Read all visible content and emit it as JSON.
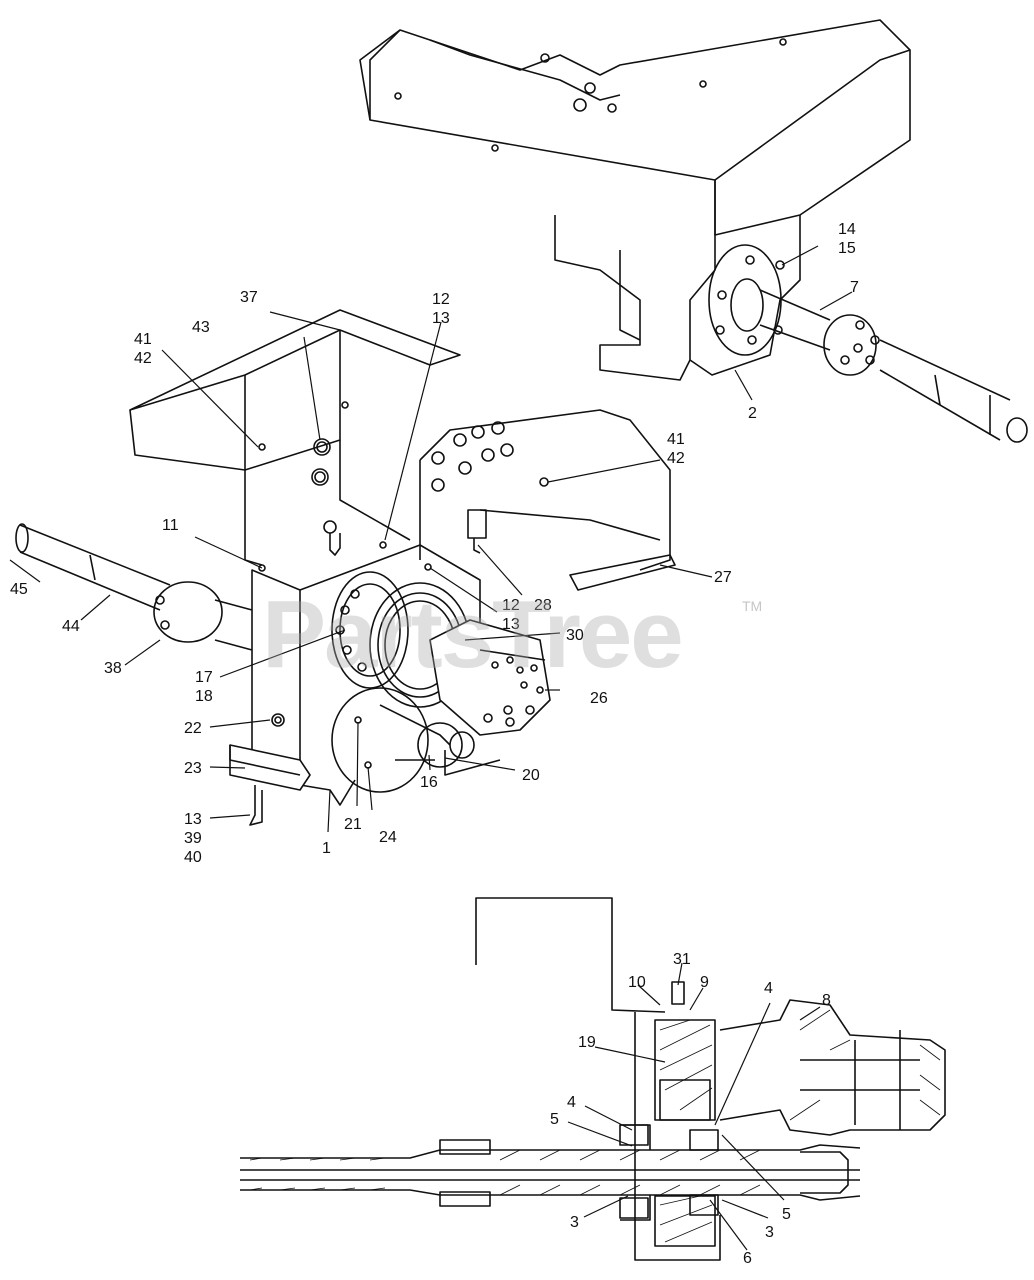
{
  "watermark": {
    "text": "PartsTree",
    "trademark": "TM"
  },
  "labels": {
    "l14": "14",
    "l15": "15",
    "l7": "7",
    "l2": "2",
    "l37": "37",
    "l12a": "12",
    "l13a": "13",
    "l41a": "41",
    "l42a": "42",
    "l43": "43",
    "l41b": "41",
    "l42b": "42",
    "l11": "11",
    "l45": "45",
    "l44": "44",
    "l38": "38",
    "l27": "27",
    "l28": "28",
    "l12b": "12",
    "l13b": "13",
    "l30": "30",
    "l17": "17",
    "l18": "18",
    "l26": "26",
    "l22": "22",
    "l23": "23",
    "l20": "20",
    "l13c": "13",
    "l39": "39",
    "l40": "40",
    "l21": "21",
    "l24": "24",
    "l16": "16",
    "l1": "1",
    "l31": "31",
    "l10": "10",
    "l9": "9",
    "l4a": "4",
    "l8": "8",
    "l19": "19",
    "l4b": "4",
    "l5a": "5",
    "l3a": "3",
    "l5b": "5",
    "l3b": "3",
    "l6": "6"
  }
}
